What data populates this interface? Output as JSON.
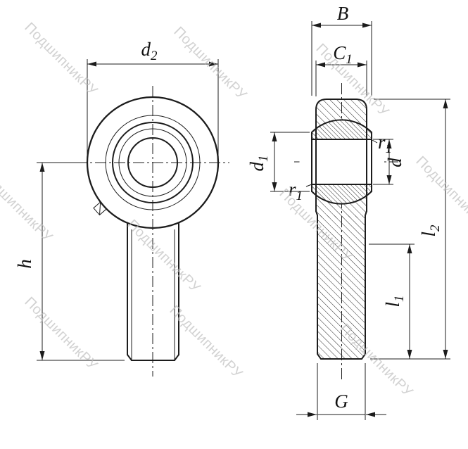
{
  "watermark": {
    "text": "ПодшипникРУ"
  },
  "colors": {
    "line": "#1c1c1c",
    "watermark": "#bdbdbd",
    "background": "#ffffff"
  },
  "dimensions": {
    "d2": {
      "base": "d",
      "sub": "2"
    },
    "h": {
      "base": "h",
      "sub": ""
    },
    "B": {
      "base": "B",
      "sub": ""
    },
    "C1": {
      "base": "C",
      "sub": "1"
    },
    "d1": {
      "base": "d",
      "sub": "1"
    },
    "r1_upper": {
      "base": "r",
      "sub": "1"
    },
    "r1_lower": {
      "base": "r",
      "sub": "1"
    },
    "d": {
      "base": "d",
      "sub": ""
    },
    "l2": {
      "base": "l",
      "sub": "2"
    },
    "l1": {
      "base": "l",
      "sub": "1"
    },
    "G": {
      "base": "G",
      "sub": ""
    }
  }
}
